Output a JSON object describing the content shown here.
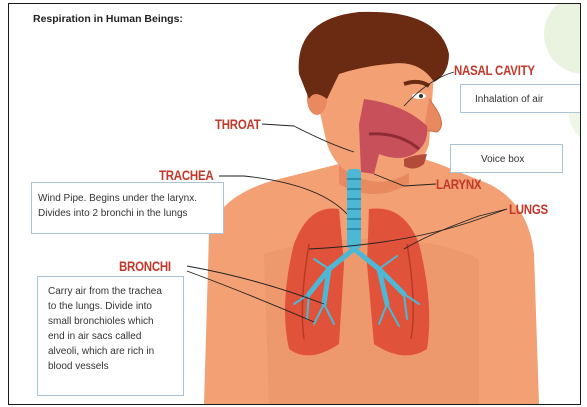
{
  "title": "Respiration in Human Beings:",
  "labels": {
    "nasal_cavity": "NASAL CAVITY",
    "throat": "THROAT",
    "trachea": "TRACHEA",
    "larynx": "LARYNX",
    "lungs": "LUNGS",
    "bronchi": "BRONCHI"
  },
  "notes": {
    "nasal": "Inhalation of air",
    "larynx": "Voice box",
    "trachea": [
      "Wind Pipe. Begins under the larynx.",
      "Divides into 2 bronchi in the lungs"
    ],
    "bronchi": [
      "Carry air from the trachea",
      "to the lungs. Divide into",
      "small bronchioles which",
      "end in air sacs called",
      "alveoli, which are rich in",
      "blood vessels"
    ]
  },
  "colors": {
    "label": "#c0392b",
    "skin": "#f2a074",
    "skin_shadow": "#e07c55",
    "hair": "#6b2a12",
    "lung": "#e0523a",
    "bronchi": "#4db8d6",
    "box_border": "#a9c4d8"
  }
}
